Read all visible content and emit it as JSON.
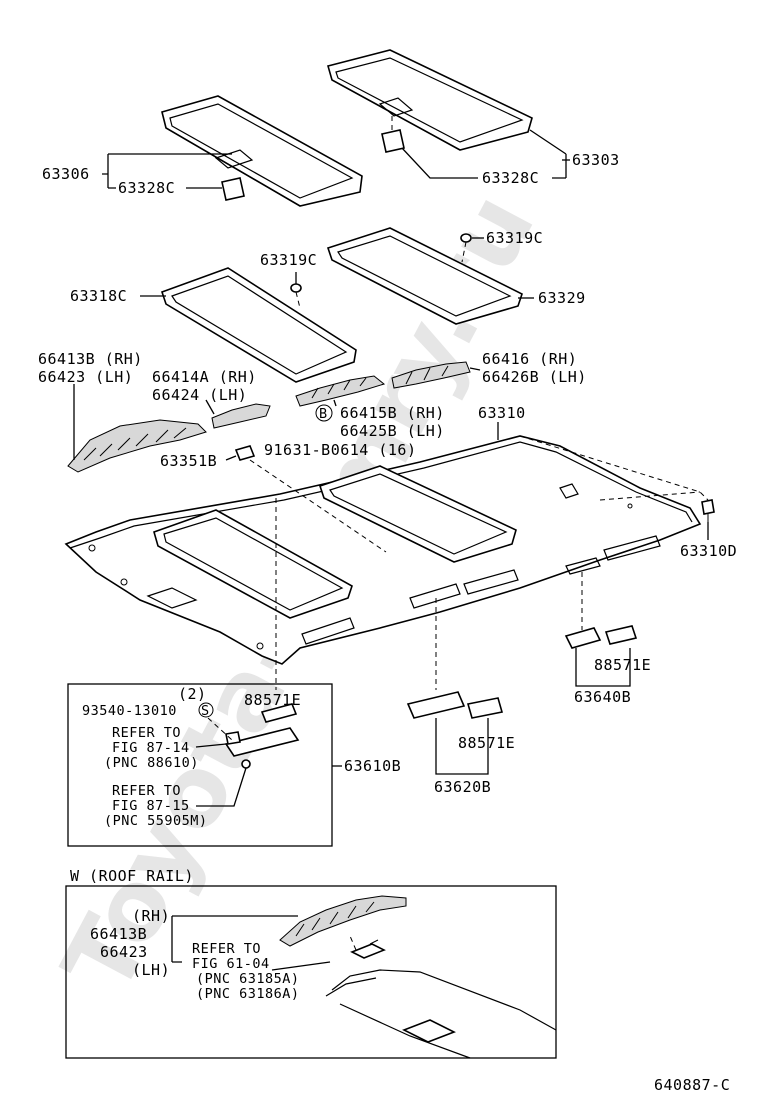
{
  "labels": {
    "p63306": "63306",
    "p63328c_left": "63328C",
    "p63303": "63303",
    "p63328c_right": "63328C",
    "p63319c_left": "63319C",
    "p63319c_right": "63319C",
    "p63318c": "63318C",
    "p63329": "63329",
    "p66413b": "66413B (RH)",
    "p66423": "66423  (LH)",
    "p66414a": "66414A (RH)",
    "p66424": "66424  (LH)",
    "p66416": "66416  (RH)",
    "p66426b": "66426B (LH)",
    "p66415b": "66415B (RH)",
    "p66425b": "66425B (LH)",
    "b_marker": "B",
    "p63310": "63310",
    "p63351b": "63351B",
    "p91631": "91631-B0614 (16)",
    "p63310d": "63310D",
    "p88571e_right": "88571E",
    "p63640b": "63640B",
    "p88571e_mid": "88571E",
    "p63620b": "63620B",
    "p63610b": "63610B"
  },
  "inset_box": {
    "qty": "(2)",
    "p93540": "93540-13010",
    "s_marker": "S",
    "p88571e": "88571E",
    "refer1_line1": "REFER TO",
    "refer1_line2": "FIG 87-14",
    "refer1_line3": "(PNC 88610)",
    "refer2_line1": "REFER TO",
    "refer2_line2": "FIG 87-15",
    "refer2_line3": "(PNC 55905M)"
  },
  "roof_rail": {
    "title": "W (ROOF RAIL)",
    "rh": "(RH)",
    "p66413b": "66413B",
    "p66423": "66423",
    "lh": "(LH)",
    "refer_line1": "REFER TO",
    "refer_line2": "FIG 61-04",
    "refer_line3": "(PNC 63185A)",
    "refer_line4": "(PNC 63186A)"
  },
  "footer": {
    "code": "640887-C"
  },
  "watermark": "Toyota-Camry.ru"
}
